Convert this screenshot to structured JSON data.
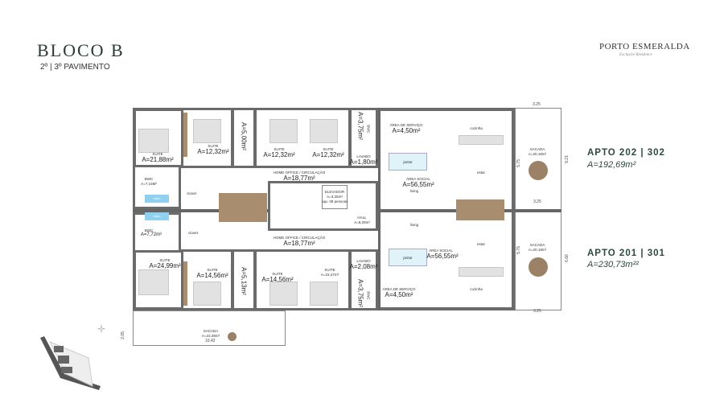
{
  "header": {
    "title": "BLOCO B",
    "subtitle": "2º | 3º PAVIMENTO"
  },
  "brand": {
    "name": "PORTO ESMERALDA",
    "tagline": "Exclusive Residence"
  },
  "apartments": [
    {
      "name": "APTO 202 | 302",
      "area": "A=192,69m²"
    },
    {
      "name": "APTO 201 | 301",
      "area": "A=230,73m²²"
    }
  ],
  "rooms_top": {
    "suite1": {
      "label": "SUITE",
      "area": "A=21,88m²"
    },
    "suite2": {
      "label": "SUITE",
      "area": "A=12,32m²"
    },
    "bwc1": {
      "label": "BWC",
      "area": "A=5,00m²"
    },
    "suite3": {
      "label": "SUITE",
      "area": "A=12,32m²"
    },
    "suite4": {
      "label": "SUITE",
      "area": "A=12,32m²"
    },
    "bwc2": {
      "label": "BWC",
      "area": "A=3,75m²"
    },
    "lavabo": {
      "label": "LAVABO",
      "area": "A=1,80m²"
    },
    "bwc3": {
      "label": "BWC",
      "area": "A=7,15m²"
    },
    "closet": "closet",
    "hidro": "hidro",
    "office": {
      "label": "HOME OFFICE / CIRCULAÇÃO",
      "area": "A=18,77m²"
    },
    "servico": {
      "label": "ÁREA DE SERVIÇO",
      "area": "A=4,50m²"
    },
    "cozinha": "cozinha",
    "jantar": "jantar",
    "living": "living",
    "estar": "estar",
    "social": {
      "label": "ÁREA SOCIAL",
      "area": "A=56,55m²"
    },
    "sacada": {
      "label": "SACADA",
      "area": "A=20,18m²"
    }
  },
  "core": {
    "elevador": {
      "label": "ELEVADOR",
      "area": "A=3,35m²",
      "cap": "cap. 08 pessoas"
    },
    "hall": {
      "label": "HALL",
      "area": "A=9,28m²"
    }
  },
  "rooms_bottom": {
    "hidro": "hidro",
    "bwc3": {
      "label": "BWC",
      "area": "A=7,72m²"
    },
    "closet": "closet",
    "office": {
      "label": "HOME OFFICE / CIRCULAÇÃO",
      "area": "A=18,77m²"
    },
    "suite1": {
      "label": "SUITE",
      "area": "A=24,99m²"
    },
    "suite2": {
      "label": "SUITE",
      "area": "A=14,56m²"
    },
    "bwc1": {
      "label": "BWC",
      "area": "A=5,13m²"
    },
    "suite3": {
      "label": "SUITE",
      "area": "A=14,56m²"
    },
    "suite4": {
      "label": "SUITE",
      "area": "A=15,47m²"
    },
    "lavabo": {
      "label": "LAVABO",
      "area": "A=2,08m²"
    },
    "bwc2": {
      "label": "BWC",
      "area": "A=3,75m²"
    },
    "servico": {
      "label": "ÁREA DE SERVIÇO",
      "area": "A=4,50m²"
    },
    "cozinha": "cozinha",
    "jantar": "jantar",
    "living": "living",
    "estar": "estar",
    "social": {
      "label": "ÁREA SOCIAL",
      "area": "A=56,55m²"
    },
    "sacada": {
      "label": "SACADA",
      "area": "A=20,18m²"
    },
    "sacada_main": {
      "label": "SACADA",
      "area": "A=23,39m²",
      "width": "10.42"
    }
  },
  "dimensions": {
    "top_w": "3.25",
    "top_h": "9.21",
    "top_inner": "5.75",
    "mid_w": "3.25",
    "bot_inner": "5.75",
    "bot_h": "6.66",
    "bot_w": "3.25",
    "sacada_depth": "2.05"
  }
}
